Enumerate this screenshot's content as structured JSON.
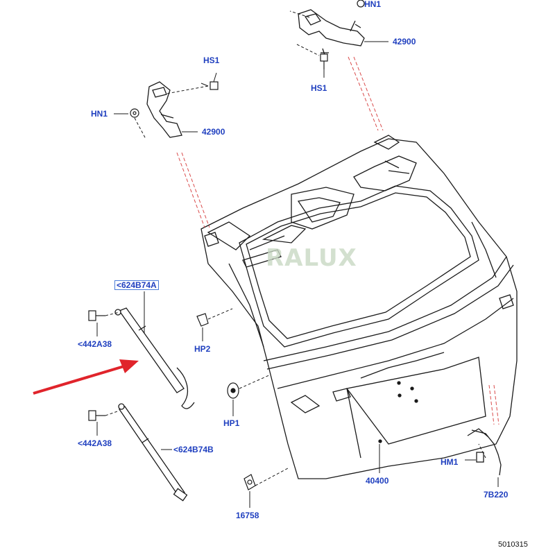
{
  "callouts": {
    "hn1_top": "HN1",
    "hinge_right": "42900",
    "hs1_top": "HS1",
    "hs1_right": "HS1",
    "hn1_left": "HN1",
    "hinge_left": "42900",
    "strut_top_boxed": "<624B74A",
    "bolt_upper": "<442A38",
    "hp2": "HP2",
    "hp1": "HP1",
    "bolt_lower": "<442A38",
    "strut_lower": "<624B74B",
    "liftgate": "40400",
    "hm1": "HM1",
    "harness": "7B220",
    "part_16758": "16758"
  },
  "figure_number": "5010315",
  "watermark_text": "RALUX",
  "colors": {
    "callout": "#1f3fbf",
    "line_art": "#1a1a1a",
    "leader_red": "#d94a4a",
    "arrow": "#e0242b",
    "watermark": "#c9d9c4"
  }
}
